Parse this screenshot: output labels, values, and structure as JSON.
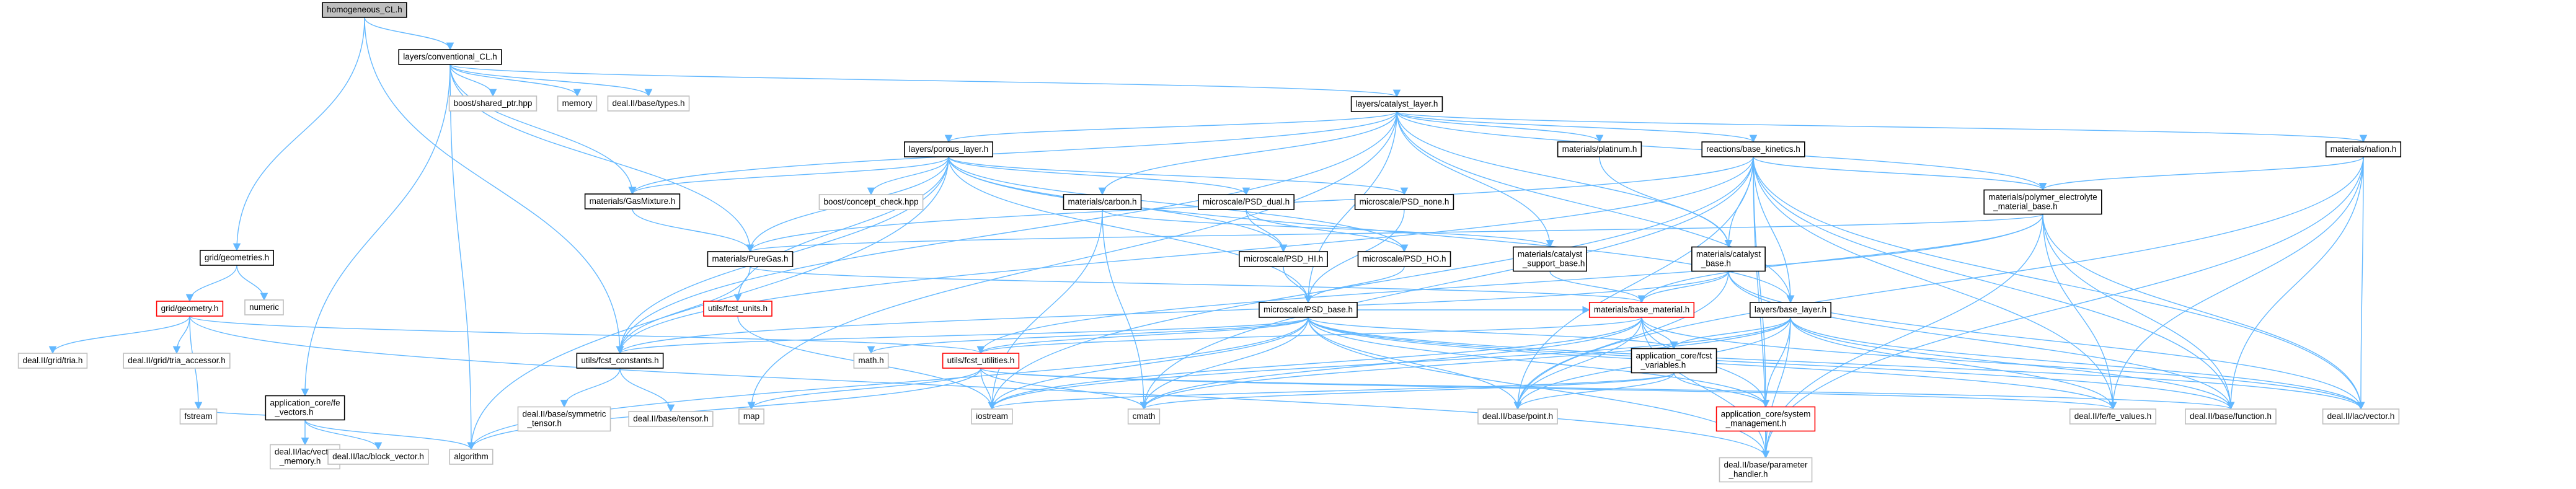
{
  "colors": {
    "root_fill": "#bfbfbf",
    "node_fill": "#ffffff",
    "node_border": "#000000",
    "external_border": "#bfbfbf",
    "missing_border": "#ff0000",
    "edge": "#63b8ff"
  },
  "nodes": [
    {
      "id": "root",
      "lines": [
        "homogeneous_CL.h"
      ],
      "kind": "root"
    },
    {
      "id": "conv",
      "lines": [
        "layers/conventional_CL.h"
      ],
      "kind": "normal"
    },
    {
      "id": "shared_ptr",
      "lines": [
        "boost/shared_ptr.hpp"
      ],
      "kind": "external"
    },
    {
      "id": "memory",
      "lines": [
        "memory"
      ],
      "kind": "external"
    },
    {
      "id": "types",
      "lines": [
        "deal.II/base/types.h"
      ],
      "kind": "external"
    },
    {
      "id": "catalyst_layer",
      "lines": [
        "layers/catalyst_layer.h"
      ],
      "kind": "normal"
    },
    {
      "id": "grid_geometries",
      "lines": [
        "grid/geometries.h"
      ],
      "kind": "normal"
    },
    {
      "id": "numeric",
      "lines": [
        "numeric"
      ],
      "kind": "external"
    },
    {
      "id": "grid_geometry",
      "lines": [
        "grid/geometry.h"
      ],
      "kind": "missing"
    },
    {
      "id": "tria",
      "lines": [
        "deal.II/grid/tria.h"
      ],
      "kind": "external"
    },
    {
      "id": "tria_accessor",
      "lines": [
        "deal.II/grid/tria_accessor.h"
      ],
      "kind": "external"
    },
    {
      "id": "fstream",
      "lines": [
        "fstream"
      ],
      "kind": "external"
    },
    {
      "id": "app_fe_vectors",
      "lines": [
        "application_core/fe",
        "_vectors.h"
      ],
      "kind": "normal"
    },
    {
      "id": "lac_vector_memory",
      "lines": [
        "deal.II/lac/vector",
        "_memory.h"
      ],
      "kind": "external"
    },
    {
      "id": "block_vector",
      "lines": [
        "deal.II/lac/block_vector.h"
      ],
      "kind": "external"
    },
    {
      "id": "algorithm",
      "lines": [
        "algorithm"
      ],
      "kind": "external"
    },
    {
      "id": "porous_layer",
      "lines": [
        "layers/porous_layer.h"
      ],
      "kind": "normal"
    },
    {
      "id": "gas_mixture",
      "lines": [
        "materials/GasMixture.h"
      ],
      "kind": "normal"
    },
    {
      "id": "concept_check",
      "lines": [
        "boost/concept_check.hpp"
      ],
      "kind": "external"
    },
    {
      "id": "carbon",
      "lines": [
        "materials/carbon.h"
      ],
      "kind": "normal"
    },
    {
      "id": "psd_dual",
      "lines": [
        "microscale/PSD_dual.h"
      ],
      "kind": "normal"
    },
    {
      "id": "psd_none",
      "lines": [
        "microscale/PSD_none.h"
      ],
      "kind": "normal"
    },
    {
      "id": "platinum",
      "lines": [
        "materials/platinum.h"
      ],
      "kind": "normal"
    },
    {
      "id": "base_kinetics",
      "lines": [
        "reactions/base_kinetics.h"
      ],
      "kind": "normal"
    },
    {
      "id": "nafion",
      "lines": [
        "materials/nafion.h"
      ],
      "kind": "normal"
    },
    {
      "id": "pure_gas",
      "lines": [
        "materials/PureGas.h"
      ],
      "kind": "normal"
    },
    {
      "id": "utils_fcst_units",
      "lines": [
        "utils/fcst_units.h"
      ],
      "kind": "missing"
    },
    {
      "id": "psd_hi",
      "lines": [
        "microscale/PSD_HI.h"
      ],
      "kind": "normal"
    },
    {
      "id": "psd_ho",
      "lines": [
        "microscale/PSD_HO.h"
      ],
      "kind": "normal"
    },
    {
      "id": "catalyst_support_base",
      "lines": [
        "materials/catalyst",
        "_support_base.h"
      ],
      "kind": "normal"
    },
    {
      "id": "catalyst_base",
      "lines": [
        "materials/catalyst",
        "_base.h"
      ],
      "kind": "normal"
    },
    {
      "id": "polymer_electrolyte",
      "lines": [
        "materials/polymer_electrolyte",
        "_material_base.h"
      ],
      "kind": "normal"
    },
    {
      "id": "psd_base",
      "lines": [
        "microscale/PSD_base.h"
      ],
      "kind": "normal"
    },
    {
      "id": "base_material",
      "lines": [
        "materials/base_material.h"
      ],
      "kind": "missing"
    },
    {
      "id": "base_layer",
      "lines": [
        "layers/base_layer.h"
      ],
      "kind": "normal"
    },
    {
      "id": "fcst_constants",
      "lines": [
        "utils/fcst_constants.h"
      ],
      "kind": "normal"
    },
    {
      "id": "math",
      "lines": [
        "math.h"
      ],
      "kind": "external"
    },
    {
      "id": "fcst_utilities",
      "lines": [
        "utils/fcst_utilities.h"
      ],
      "kind": "missing"
    },
    {
      "id": "app_fcst_variables",
      "lines": [
        "application_core/fcst",
        "_variables.h"
      ],
      "kind": "normal"
    },
    {
      "id": "symmetric_tensor",
      "lines": [
        "deal.II/base/symmetric",
        "_tensor.h"
      ],
      "kind": "external"
    },
    {
      "id": "tensor",
      "lines": [
        "deal.II/base/tensor.h"
      ],
      "kind": "external"
    },
    {
      "id": "map",
      "lines": [
        "map"
      ],
      "kind": "external"
    },
    {
      "id": "iostream",
      "lines": [
        "iostream"
      ],
      "kind": "external"
    },
    {
      "id": "cmath",
      "lines": [
        "cmath"
      ],
      "kind": "external"
    },
    {
      "id": "point",
      "lines": [
        "deal.II/base/point.h"
      ],
      "kind": "external"
    },
    {
      "id": "system_management",
      "lines": [
        "application_core/system",
        "_management.h"
      ],
      "kind": "missing"
    },
    {
      "id": "fe_values",
      "lines": [
        "deal.II/fe/fe_values.h"
      ],
      "kind": "external"
    },
    {
      "id": "function",
      "lines": [
        "deal.II/base/function.h"
      ],
      "kind": "external"
    },
    {
      "id": "lac_vector",
      "lines": [
        "deal.II/lac/vector.h"
      ],
      "kind": "external"
    },
    {
      "id": "parameter_handler",
      "lines": [
        "deal.II/base/parameter",
        "_handler.h"
      ],
      "kind": "external"
    }
  ],
  "edges": [
    [
      "root",
      "conv"
    ],
    [
      "root",
      "grid_geometries"
    ],
    [
      "root",
      "fcst_constants"
    ],
    [
      "conv",
      "shared_ptr"
    ],
    [
      "conv",
      "memory"
    ],
    [
      "conv",
      "types"
    ],
    [
      "conv",
      "catalyst_layer"
    ],
    [
      "conv",
      "algorithm"
    ],
    [
      "conv",
      "pure_gas"
    ],
    [
      "conv",
      "gas_mixture"
    ],
    [
      "conv",
      "app_fe_vectors"
    ],
    [
      "catalyst_layer",
      "porous_layer"
    ],
    [
      "catalyst_layer",
      "platinum"
    ],
    [
      "catalyst_layer",
      "base_kinetics"
    ],
    [
      "catalyst_layer",
      "nafion"
    ],
    [
      "catalyst_layer",
      "carbon"
    ],
    [
      "catalyst_layer",
      "catalyst_support_base"
    ],
    [
      "catalyst_layer",
      "catalyst_base"
    ],
    [
      "catalyst_layer",
      "polymer_electrolyte"
    ],
    [
      "catalyst_layer",
      "psd_base"
    ],
    [
      "catalyst_layer",
      "base_layer"
    ],
    [
      "catalyst_layer",
      "fcst_constants"
    ],
    [
      "catalyst_layer",
      "gas_mixture"
    ],
    [
      "catalyst_layer",
      "map"
    ],
    [
      "grid_geometries",
      "numeric"
    ],
    [
      "grid_geometries",
      "grid_geometry"
    ],
    [
      "grid_geometry",
      "tria"
    ],
    [
      "grid_geometry",
      "tria_accessor"
    ],
    [
      "grid_geometry",
      "fstream"
    ],
    [
      "grid_geometry",
      "fcst_utilities"
    ],
    [
      "grid_geometry",
      "parameter_handler"
    ],
    [
      "app_fe_vectors",
      "fstream"
    ],
    [
      "app_fe_vectors",
      "lac_vector_memory"
    ],
    [
      "app_fe_vectors",
      "block_vector"
    ],
    [
      "app_fe_vectors",
      "algorithm"
    ],
    [
      "porous_layer",
      "gas_mixture"
    ],
    [
      "porous_layer",
      "concept_check"
    ],
    [
      "porous_layer",
      "psd_dual"
    ],
    [
      "porous_layer",
      "psd_none"
    ],
    [
      "porous_layer",
      "pure_gas"
    ],
    [
      "porous_layer",
      "utils_fcst_units"
    ],
    [
      "porous_layer",
      "psd_hi"
    ],
    [
      "porous_layer",
      "psd_ho"
    ],
    [
      "porous_layer",
      "base_layer"
    ],
    [
      "porous_layer",
      "psd_base"
    ],
    [
      "porous_layer",
      "fcst_constants"
    ],
    [
      "porous_layer",
      "algorithm"
    ],
    [
      "gas_mixture",
      "pure_gas"
    ],
    [
      "carbon",
      "catalyst_support_base"
    ],
    [
      "carbon",
      "iostream"
    ],
    [
      "carbon",
      "cmath"
    ],
    [
      "psd_dual",
      "psd_hi"
    ],
    [
      "psd_dual",
      "psd_ho"
    ],
    [
      "psd_none",
      "psd_base"
    ],
    [
      "psd_hi",
      "psd_base"
    ],
    [
      "psd_ho",
      "psd_base"
    ],
    [
      "platinum",
      "catalyst_base"
    ],
    [
      "base_kinetics",
      "catalyst_base"
    ],
    [
      "base_kinetics",
      "polymer_electrolyte"
    ],
    [
      "base_kinetics",
      "pure_gas"
    ],
    [
      "base_kinetics",
      "fcst_constants"
    ],
    [
      "base_kinetics",
      "base_layer"
    ],
    [
      "base_kinetics",
      "system_management"
    ],
    [
      "base_kinetics",
      "fe_values"
    ],
    [
      "base_kinetics",
      "function"
    ],
    [
      "base_kinetics",
      "lac_vector"
    ],
    [
      "base_kinetics",
      "point"
    ],
    [
      "base_kinetics",
      "parameter_handler"
    ],
    [
      "base_kinetics",
      "cmath"
    ],
    [
      "base_kinetics",
      "iostream"
    ],
    [
      "nafion",
      "polymer_electrolyte"
    ],
    [
      "nafion",
      "fe_values"
    ],
    [
      "nafion",
      "lac_vector"
    ],
    [
      "nafion",
      "point"
    ],
    [
      "nafion",
      "parameter_handler"
    ],
    [
      "nafion",
      "function"
    ],
    [
      "pure_gas",
      "fcst_constants"
    ],
    [
      "pure_gas",
      "base_material"
    ],
    [
      "utils_fcst_units",
      "iostream"
    ],
    [
      "catalyst_support_base",
      "base_material"
    ],
    [
      "catalyst_base",
      "base_material"
    ],
    [
      "catalyst_base",
      "point"
    ],
    [
      "catalyst_base",
      "function"
    ],
    [
      "catalyst_base",
      "lac_vector"
    ],
    [
      "catalyst_base",
      "fcst_constants"
    ],
    [
      "polymer_electrolyte",
      "base_material"
    ],
    [
      "polymer_electrolyte",
      "pure_gas"
    ],
    [
      "polymer_electrolyte",
      "fe_values"
    ],
    [
      "polymer_electrolyte",
      "function"
    ],
    [
      "polymer_electrolyte",
      "lac_vector"
    ],
    [
      "polymer_electrolyte",
      "parameter_handler"
    ],
    [
      "polymer_electrolyte",
      "fcst_utilities"
    ],
    [
      "psd_base",
      "base_material"
    ],
    [
      "psd_base",
      "fcst_constants"
    ],
    [
      "psd_base",
      "math"
    ],
    [
      "psd_base",
      "fcst_utilities"
    ],
    [
      "psd_base",
      "app_fcst_variables"
    ],
    [
      "psd_base",
      "iostream"
    ],
    [
      "psd_base",
      "cmath"
    ],
    [
      "psd_base",
      "point"
    ],
    [
      "psd_base",
      "system_management"
    ],
    [
      "psd_base",
      "fe_values"
    ],
    [
      "psd_base",
      "function"
    ],
    [
      "psd_base",
      "lac_vector"
    ],
    [
      "psd_base",
      "parameter_handler"
    ],
    [
      "psd_base",
      "algorithm"
    ],
    [
      "base_material",
      "fcst_utilities"
    ],
    [
      "base_material",
      "app_fcst_variables"
    ],
    [
      "base_material",
      "point"
    ],
    [
      "base_material",
      "system_management"
    ],
    [
      "base_material",
      "lac_vector"
    ],
    [
      "base_material",
      "iostream"
    ],
    [
      "base_material",
      "cmath"
    ],
    [
      "base_material",
      "parameter_handler"
    ],
    [
      "base_layer",
      "app_fcst_variables"
    ],
    [
      "base_layer",
      "system_management"
    ],
    [
      "base_layer",
      "point"
    ],
    [
      "base_layer",
      "fe_values"
    ],
    [
      "base_layer",
      "function"
    ],
    [
      "base_layer",
      "lac_vector"
    ],
    [
      "base_layer",
      "parameter_handler"
    ],
    [
      "base_layer",
      "iostream"
    ],
    [
      "base_layer",
      "cmath"
    ],
    [
      "fcst_constants",
      "symmetric_tensor"
    ],
    [
      "fcst_constants",
      "tensor"
    ],
    [
      "fcst_utilities",
      "algorithm"
    ],
    [
      "fcst_utilities",
      "map"
    ],
    [
      "fcst_utilities",
      "iostream"
    ],
    [
      "fcst_utilities",
      "cmath"
    ],
    [
      "fcst_utilities",
      "fe_values"
    ],
    [
      "fcst_utilities",
      "function"
    ],
    [
      "app_fcst_variables",
      "system_management"
    ],
    [
      "app_fcst_variables",
      "point"
    ],
    [
      "app_fcst_variables",
      "iostream"
    ],
    [
      "app_fcst_variables",
      "cmath"
    ],
    [
      "system_management",
      "parameter_handler"
    ]
  ]
}
